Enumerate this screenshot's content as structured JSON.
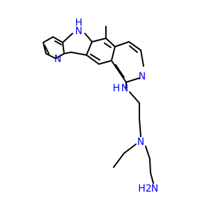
{
  "molecule": {
    "atom_labels": {
      "pyrrole_nh": "N",
      "pyrrole_h": "H",
      "left_pyridine_n": "N",
      "right_pyridine_n": "N",
      "amine_nh": "N",
      "amine_h": "H",
      "tertiary_n": "N",
      "terminal_n": "N",
      "terminal_h2": "H2"
    },
    "colors": {
      "carbon": "#000000",
      "nitrogen": "#0000ff",
      "background": "#ffffff"
    }
  }
}
